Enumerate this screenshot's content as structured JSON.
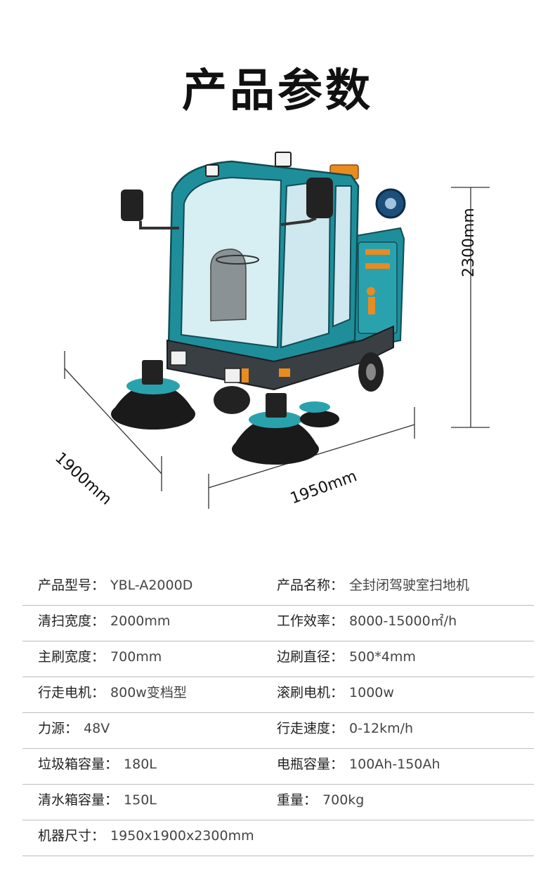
{
  "page": {
    "title": "产品参数"
  },
  "dimensions": {
    "height": "2300mm",
    "depth": "1900mm",
    "width": "1950mm"
  },
  "specs": [
    {
      "left": {
        "label": "产品型号：",
        "value": "YBL-A2000D"
      },
      "right": {
        "label": "产品名称：",
        "value": "全封闭驾驶室扫地机"
      }
    },
    {
      "left": {
        "label": "清扫宽度：",
        "value": "2000mm"
      },
      "right": {
        "label": "工作效率：",
        "value": "8000-15000㎡/h"
      }
    },
    {
      "left": {
        "label": "主刷宽度：",
        "value": "700mm"
      },
      "right": {
        "label": "边刷直径：",
        "value": "500*4mm"
      }
    },
    {
      "left": {
        "label": "行走电机：",
        "value": "800w变档型"
      },
      "right": {
        "label": "滚刷电机：",
        "value": "1000w"
      }
    },
    {
      "left": {
        "label": "力源：",
        "value": "48V"
      },
      "right": {
        "label": "行走速度：",
        "value": "0-12km/h"
      }
    },
    {
      "left": {
        "label": "垃圾箱容量：",
        "value": "180L"
      },
      "right": {
        "label": "电瓶容量：",
        "value": "100Ah-150Ah"
      }
    },
    {
      "left": {
        "label": "清水箱容量：",
        "value": "150L"
      },
      "right": {
        "label": "重量：",
        "value": "700kg"
      }
    },
    {
      "left": {
        "label": "机器尺寸：",
        "value": "1950x1900x2300mm"
      },
      "right": {
        "label": "",
        "value": ""
      }
    }
  ],
  "colors": {
    "body": "#1f8e9b",
    "body_dark": "#156b74",
    "accent": "#e98b1f"
  }
}
